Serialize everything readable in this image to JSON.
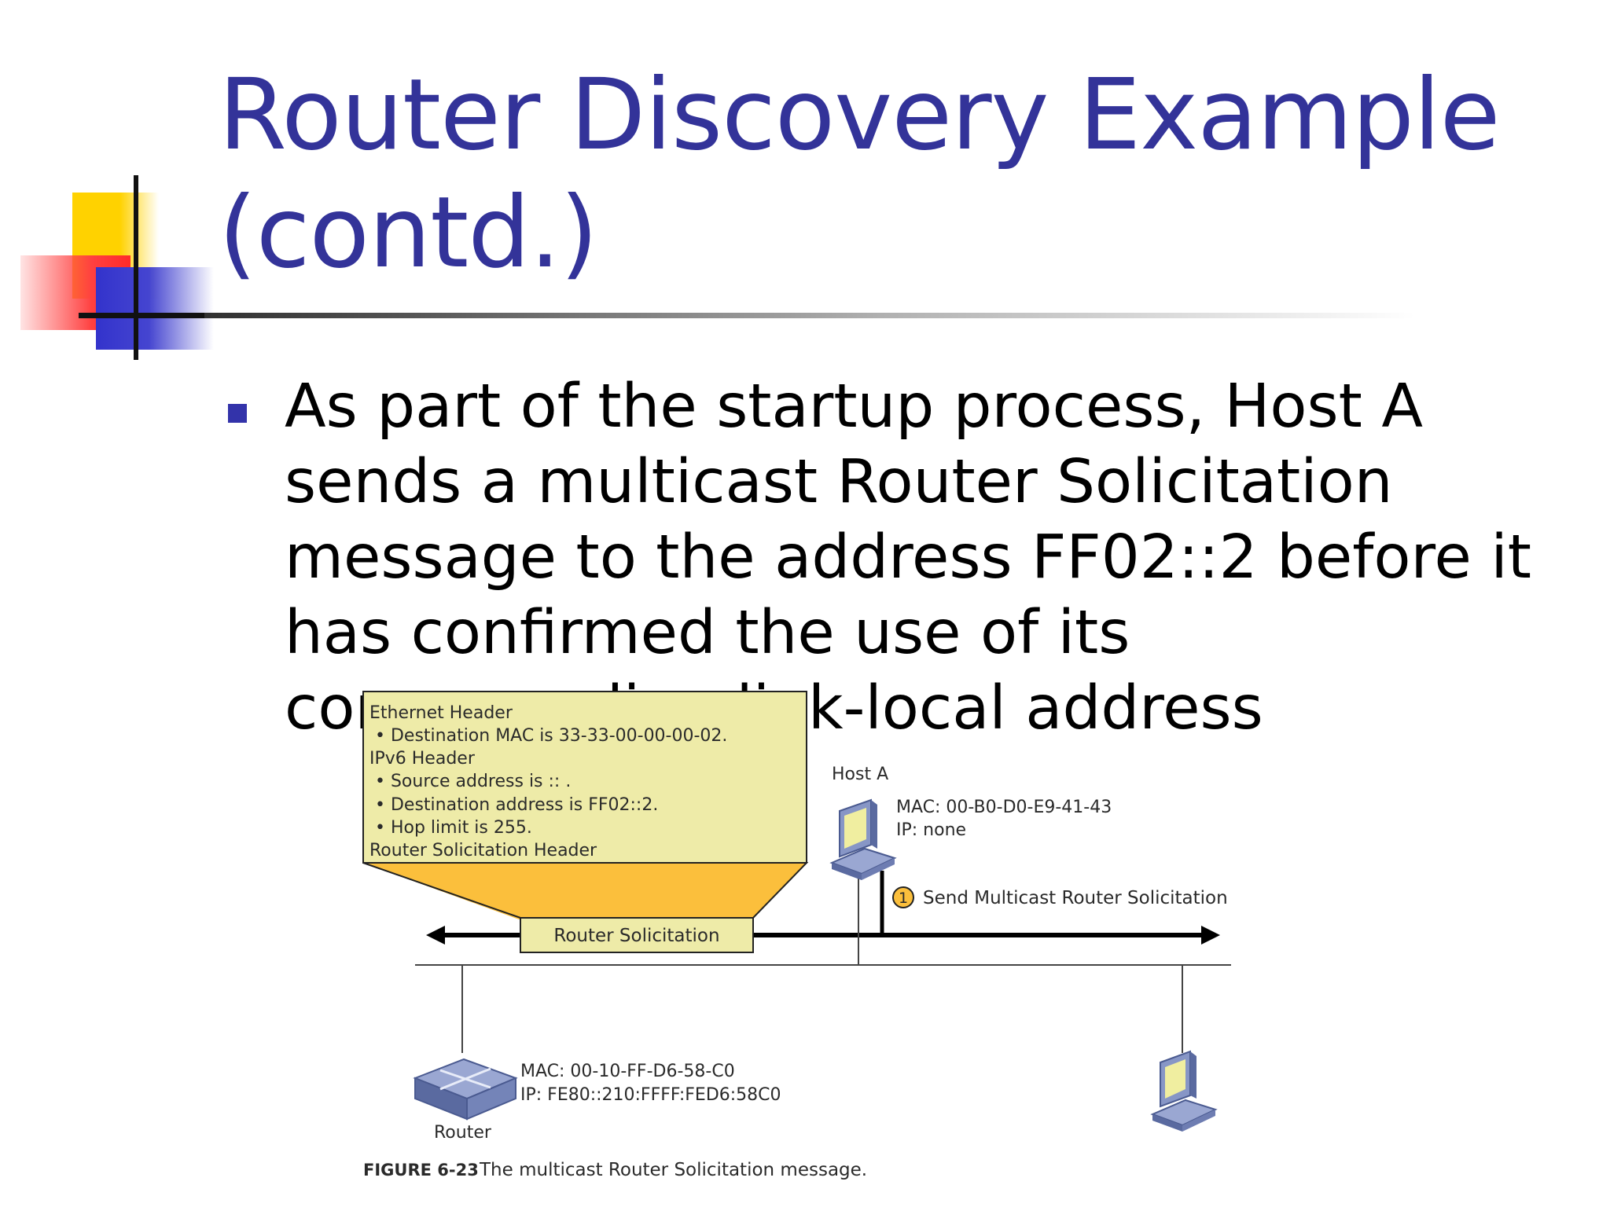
{
  "slide": {
    "title_line1": "Router Discovery Example",
    "title_line2": "(contd.)",
    "bullet": "As part of the startup process, Host A sends a multicast Router Solicitation message to the address FF02::2 before it has confirmed the use of its corresponding link-local address"
  },
  "figure": {
    "callout_lines": [
      "Ethernet Header",
      " • Destination MAC is 33-33-00-00-00-02.",
      "IPv6 Header",
      " • Source address is :: .",
      " • Destination address is FF02::2.",
      " • Hop limit is 255.",
      "Router Solicitation Header"
    ],
    "packet_label": "Router Solicitation",
    "host_a_label": "Host A",
    "host_a_mac": "MAC: 00-B0-D0-E9-41-43",
    "host_a_ip": "IP: none",
    "step_number": "1",
    "step_text": "Send Multicast Router Solicitation",
    "router_label": "Router",
    "router_mac": "MAC: 00-10-FF-D6-58-C0",
    "router_ip": "IP: FE80::210:FFFF:FED6:58C0",
    "caption_number": "FIGURE 6-23",
    "caption_text": "The multicast Router Solicitation message.",
    "colors": {
      "callout_fill": "#eeeba8",
      "funnel_fill": "#fbbf3c",
      "monitor_screen": "#f0eea0",
      "device_blue": "#7c8fc2"
    }
  }
}
